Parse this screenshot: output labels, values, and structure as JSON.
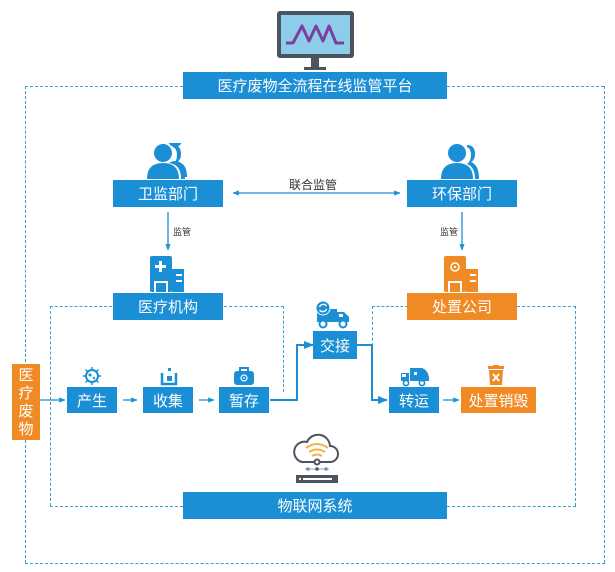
{
  "platform": {
    "title": "医疗废物全流程在线监管平台",
    "icon": "monitor-waveform-icon"
  },
  "regulators": {
    "health": {
      "label": "卫监部门",
      "icon": "people-icon"
    },
    "environment": {
      "label": "环保部门",
      "icon": "people-icon"
    },
    "joint_label": "联合监管",
    "supervise_left": "监管",
    "supervise_right": "监管"
  },
  "institutions": {
    "hospital": {
      "label": "医疗机构",
      "icon": "hospital-building-icon"
    },
    "disposal_company": {
      "label": "处置公司",
      "icon": "biohazard-building-icon"
    }
  },
  "waste_source": {
    "label": "医疗废物",
    "chars": [
      "医",
      "疗",
      "废",
      "物"
    ]
  },
  "flow_steps": [
    {
      "id": "generate",
      "label": "产生",
      "icon": "virus-icon",
      "color": "#1a8fd6"
    },
    {
      "id": "collect",
      "label": "收集",
      "icon": "collection-bin-icon",
      "color": "#1a8fd6"
    },
    {
      "id": "storage",
      "label": "暂存",
      "icon": "biohazard-box-icon",
      "color": "#1a8fd6"
    },
    {
      "id": "handover",
      "label": "交接",
      "icon": "exchange-truck-icon",
      "color": "#1a8fd6"
    },
    {
      "id": "transport",
      "label": "转运",
      "icon": "garbage-truck-icon",
      "color": "#1a8fd6"
    },
    {
      "id": "dispose",
      "label": "处置销毁",
      "icon": "trash-x-icon",
      "color": "#f08a24"
    }
  ],
  "iot": {
    "label": "物联网系统",
    "icon": "cloud-wifi-server-icon"
  },
  "colors": {
    "primary_blue": "#1a8fd6",
    "orange": "#f08a24",
    "dashed_line": "#3a9fd0",
    "arrow": "#1a8fd6"
  }
}
